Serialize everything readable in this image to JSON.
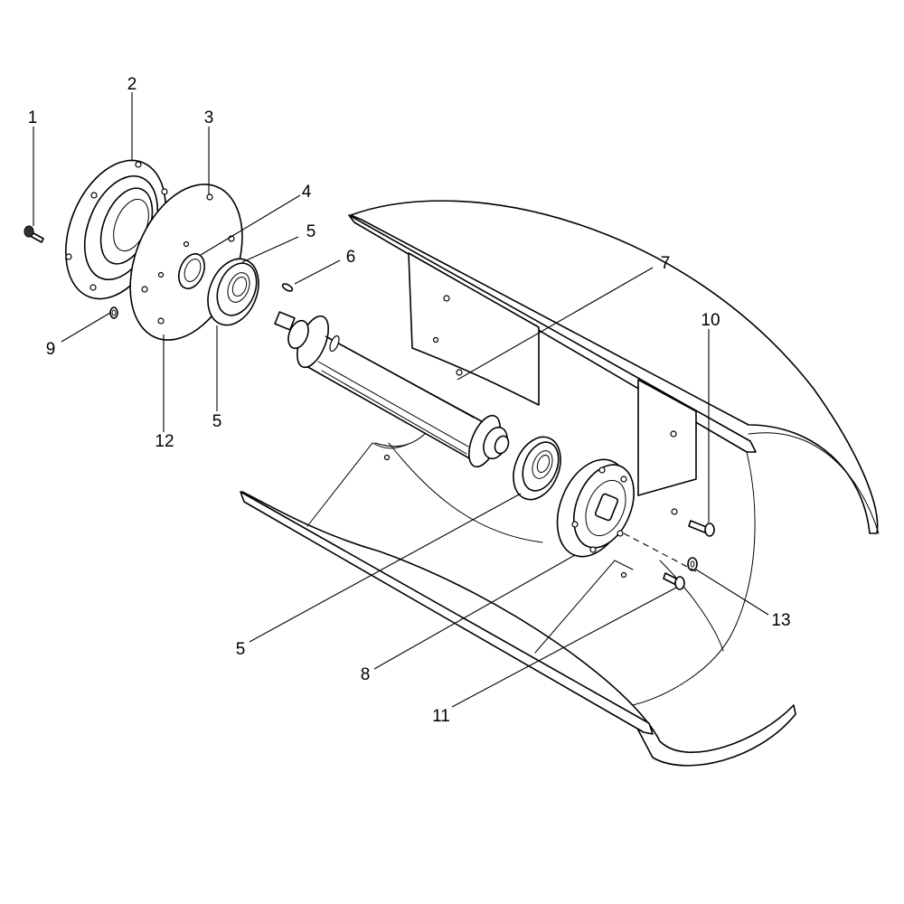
{
  "diagram": {
    "callouts": [
      {
        "id": "c1",
        "label": "1"
      },
      {
        "id": "c2",
        "label": "2"
      },
      {
        "id": "c3",
        "label": "3"
      },
      {
        "id": "c4",
        "label": "4"
      },
      {
        "id": "c5a",
        "label": "5"
      },
      {
        "id": "c5b",
        "label": "5"
      },
      {
        "id": "c5c",
        "label": "5"
      },
      {
        "id": "c6",
        "label": "6"
      },
      {
        "id": "c7",
        "label": "7"
      },
      {
        "id": "c8",
        "label": "8"
      },
      {
        "id": "c9",
        "label": "9"
      },
      {
        "id": "c10",
        "label": "10"
      },
      {
        "id": "c11",
        "label": "11"
      },
      {
        "id": "c12",
        "label": "12"
      },
      {
        "id": "c13",
        "label": "13"
      }
    ]
  }
}
